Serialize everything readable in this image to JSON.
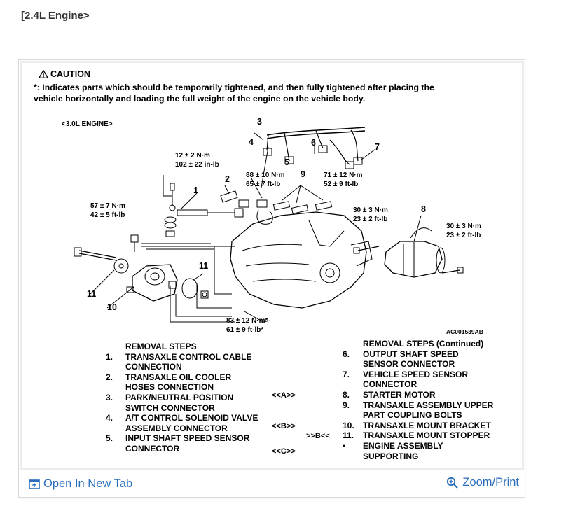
{
  "section_title": "[2.4L Engine>",
  "caution": {
    "label": "CAUTION",
    "note_line1": "*: Indicates parts which should be temporarily tightened, and then fully tightened after placing the",
    "note_line2": "vehicle horizontally and loading the full weight of the engine on the vehicle body."
  },
  "diagram": {
    "engine_label": "<3.0L ENGINE>",
    "figure_code": "AC001539AB",
    "torques": {
      "t1a": "12 ± 2 N·m",
      "t1b": "102 ± 22 in-lb",
      "t2a": "88 ± 10 N·m",
      "t2b": "65 ± 7 ft-lb",
      "t3a": "71 ± 12 N·m",
      "t3b": "52 ± 9 ft-lb",
      "t4a": "57 ± 7 N·m",
      "t4b": "42 ± 5 ft-lb",
      "t5a": "30 ± 3 N·m",
      "t5b": "23 ± 2 ft-lb",
      "t6a": "30 ± 3 N·m",
      "t6b": "23 ± 2 ft-lb",
      "t7a": "83 ± 12 N·m*",
      "t7b": "61 ± 9 ft-lb*"
    },
    "callouts": {
      "c1": "1",
      "c2": "2",
      "c3": "3",
      "c4": "4",
      "c5": "5",
      "c6": "6",
      "c7": "7",
      "c8": "8",
      "c9": "9",
      "c10": "10",
      "c11a": "11",
      "c11b": "11"
    }
  },
  "removal_left": {
    "header": "REMOVAL STEPS",
    "steps": [
      {
        "n": "1.",
        "l1": "TRANSAXLE CONTROL CABLE",
        "l2": "CONNECTION"
      },
      {
        "n": "2.",
        "l1": "TRANSAXLE OIL COOLER",
        "l2": "HOSES CONNECTION"
      },
      {
        "n": "3.",
        "l1": "PARK/NEUTRAL POSITION",
        "l2": "SWITCH CONNECTOR"
      },
      {
        "n": "4.",
        "l1": "A/T CONTROL SOLENOID VALVE",
        "l2": "ASSEMBLY CONNECTOR"
      },
      {
        "n": "5.",
        "l1": "INPUT SHAFT SPEED SENSOR",
        "l2": "CONNECTOR"
      }
    ]
  },
  "refs": {
    "a": "<<A>>",
    "b": "<<B>>",
    "b2": ">>B<<",
    "c": "<<C>>"
  },
  "removal_right": {
    "header": "REMOVAL STEPS (Continued)",
    "steps": [
      {
        "n": "6.",
        "l1": "OUTPUT SHAFT SPEED",
        "l2": "SENSOR CONNECTOR"
      },
      {
        "n": "7.",
        "l1": "VEHICLE SPEED SENSOR",
        "l2": "CONNECTOR"
      },
      {
        "n": "8.",
        "l1": "STARTER MOTOR",
        "l2": ""
      },
      {
        "n": "9.",
        "l1": "TRANSAXLE ASSEMBLY UPPER",
        "l2": "PART COUPLING BOLTS"
      },
      {
        "n": "10.",
        "l1": "TRANSAXLE MOUNT BRACKET",
        "l2": ""
      },
      {
        "n": "11.",
        "l1": "TRANSAXLE MOUNT STOPPER",
        "l2": ""
      },
      {
        "n": "•",
        "l1": "ENGINE ASSEMBLY",
        "l2": "SUPPORTING"
      }
    ]
  },
  "footer": {
    "open_tab": "Open In New Tab",
    "zoom": "Zoom/Print",
    "link_color": "#2a6ebb"
  }
}
